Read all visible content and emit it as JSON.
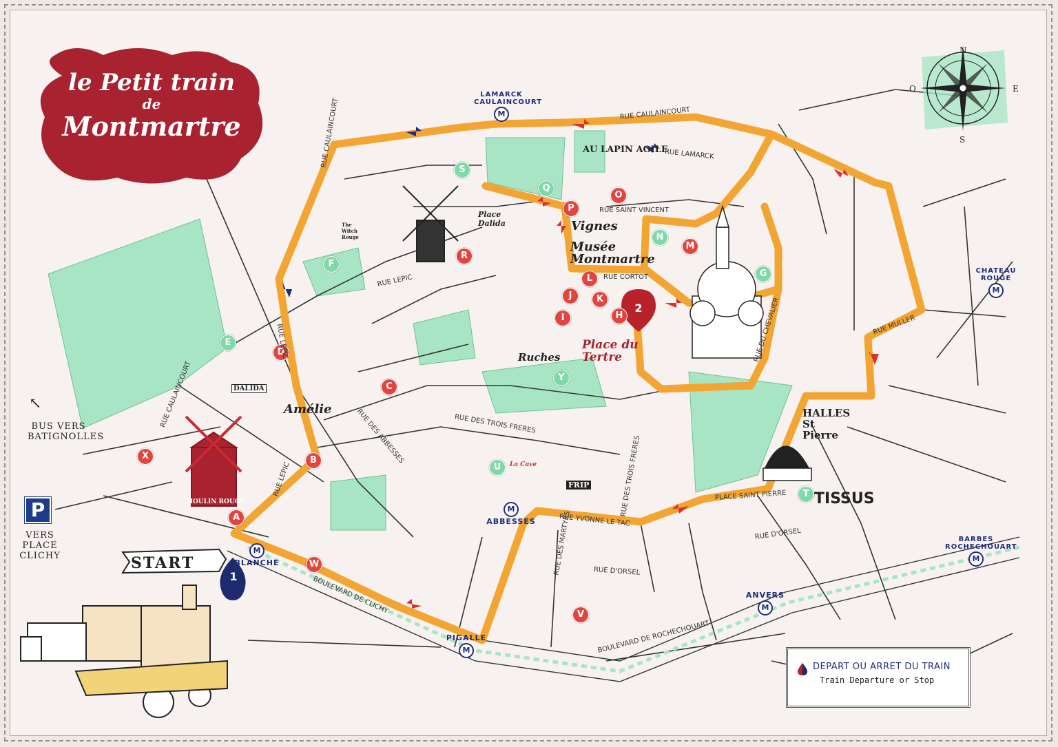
{
  "title": {
    "line1": "le Petit train",
    "line2": "de",
    "line3": "Montmartre"
  },
  "colors": {
    "route": "#f2a532",
    "title_bg": "#a8222f",
    "green_area": "#a8e5c4",
    "stop_red": "#e2443f",
    "stop_green": "#7ed9a8",
    "metro_blue": "#1f2c7a"
  },
  "compass": {
    "n": "N",
    "s": "S",
    "e": "E",
    "o": "O"
  },
  "stops_red": [
    {
      "label": "A"
    },
    {
      "label": "B"
    },
    {
      "label": "C"
    },
    {
      "label": "D"
    },
    {
      "label": "H"
    },
    {
      "label": "I"
    },
    {
      "label": "J"
    },
    {
      "label": "K"
    },
    {
      "label": "L"
    },
    {
      "label": "M"
    },
    {
      "label": "O"
    },
    {
      "label": "P"
    },
    {
      "label": "R"
    },
    {
      "label": "V"
    },
    {
      "label": "W"
    },
    {
      "label": "X"
    }
  ],
  "stops_green": [
    {
      "label": "E"
    },
    {
      "label": "F"
    },
    {
      "label": "G"
    },
    {
      "label": "N"
    },
    {
      "label": "Q"
    },
    {
      "label": "S"
    },
    {
      "label": "T"
    },
    {
      "label": "U"
    },
    {
      "label": "Y"
    }
  ],
  "metro": {
    "lamarck": "LAMARCK CAULAINCOURT",
    "chateau_rouge": "CHATEAU ROUGE",
    "abbesses": "ABBESSES",
    "blanche": "BLANCHE",
    "pigalle": "PIGALLE",
    "anvers": "ANVERS",
    "barbes": "BARBES ROCHECHOUART",
    "symbol": "M"
  },
  "streets": {
    "caulaincourt_top": "RUE CAULAINCOURT",
    "lamarck": "RUE LAMARCK",
    "saint_vincent": "RUE SAINT VINCENT",
    "cortot": "RUE CORTOT",
    "lepic_mid": "RUE LEPIC",
    "lepic_left": "RUE LEPIC",
    "lepic_low": "RUE LEPIC",
    "caulaincourt_left": "RUE CAULAINCOURT",
    "caulaincourt_far": "RUE CAULAINCOURT",
    "abbesses": "RUE DES ABBESSES",
    "trois_freres": "RUE DES TROIS FRERES",
    "yvonne": "RUE YVONNE LE TAC",
    "martyrs": "RUE DES MARTYRS",
    "orsel": "RUE D'ORSEL",
    "orsel2": "RUE D'ORSEL",
    "clichy": "BOULEVARD DE CLICHY",
    "rochechouart": "BOULEVARD DE ROCHECHOUART",
    "muller": "RUE MULLER",
    "chevalier": "RUE DU CHEVALIER",
    "place_saint_pierre": "PLACE SAINT PIERRE",
    "trois_freres2": "RUE DES TROIS FRERES"
  },
  "landmarks": {
    "lapin_agile": "AU LAPIN AGILE",
    "vignes": "Vignes",
    "musee": "Musée Montmartre",
    "place_dalida": "Place Dalida",
    "place_tertre": "Place du Tertre",
    "ruches": "Ruches",
    "amelie": "Amélie",
    "halles": "HALLES St Pierre",
    "tissus": "TISSUS",
    "moulin_rouge": "MOULIN ROUGE",
    "dalida": "DALIDA",
    "frip": "FRIP",
    "witch": "The Witch Rouge",
    "la_cave": "La Cave"
  },
  "markers": {
    "m1": "1",
    "m2": "2"
  },
  "start": "START",
  "bus": "BUS VERS BATIGNOLLES",
  "parking": {
    "symbol": "P",
    "label": "VERS PLACE CLICHY"
  },
  "legend": {
    "fr": "DEPART OU ARRET DU TRAIN",
    "en": "Train Departure or Stop"
  }
}
